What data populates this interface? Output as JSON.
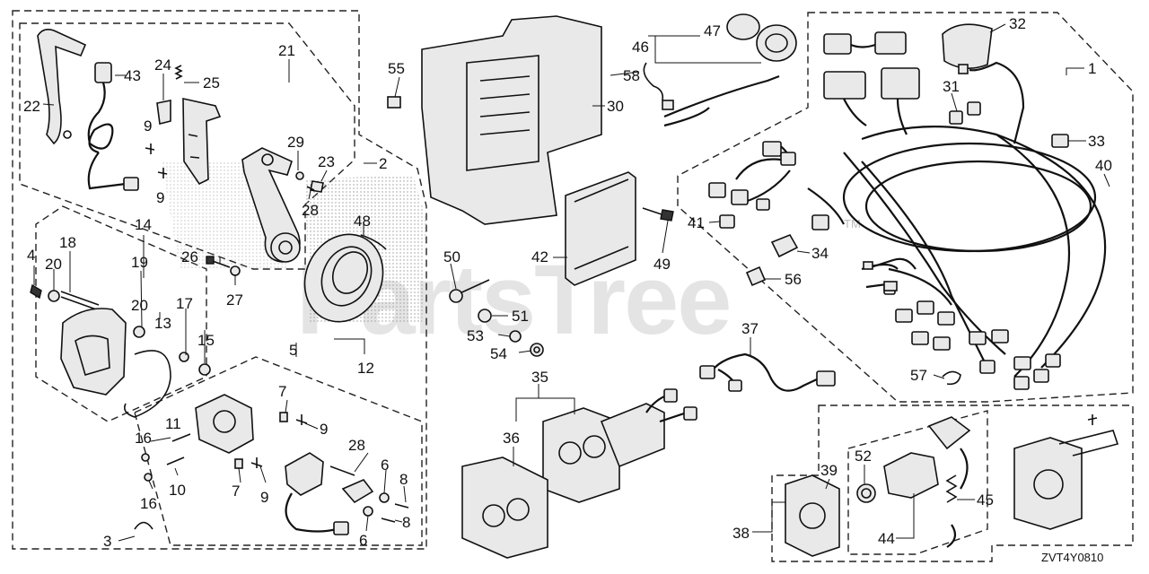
{
  "watermark": "PartsTree",
  "trademark": "TM",
  "diagram_code": "ZVT4Y0810",
  "callouts": {
    "c1": "1",
    "c2": "2",
    "c3": "3",
    "c4": "4",
    "c5": "5",
    "c6a": "6",
    "c6b": "6",
    "c7a": "7",
    "c7b": "7",
    "c8a": "8",
    "c8b": "8",
    "c9a": "9",
    "c9b": "9",
    "c9c": "9",
    "c9d": "9",
    "c10": "10",
    "c11": "11",
    "c12": "12",
    "c13": "13",
    "c14": "14",
    "c15": "15",
    "c16a": "16",
    "c16b": "16",
    "c17": "17",
    "c18": "18",
    "c19": "19",
    "c20a": "20",
    "c20b": "20",
    "c21": "21",
    "c22": "22",
    "c23": "23",
    "c24": "24",
    "c25": "25",
    "c26": "26",
    "c27": "27",
    "c28a": "28",
    "c28b": "28",
    "c29": "29",
    "c30": "30",
    "c31": "31",
    "c32": "32",
    "c33": "33",
    "c34": "34",
    "c35": "35",
    "c36": "36",
    "c37": "37",
    "c38": "38",
    "c39": "39",
    "c40": "40",
    "c41": "41",
    "c42": "42",
    "c43": "43",
    "c44": "44",
    "c45": "45",
    "c46": "46",
    "c47": "47",
    "c48": "48",
    "c49": "49",
    "c50": "50",
    "c51": "51",
    "c52": "52",
    "c53": "53",
    "c54": "54",
    "c55": "55",
    "c56": "56",
    "c57": "57",
    "c58": "58"
  }
}
